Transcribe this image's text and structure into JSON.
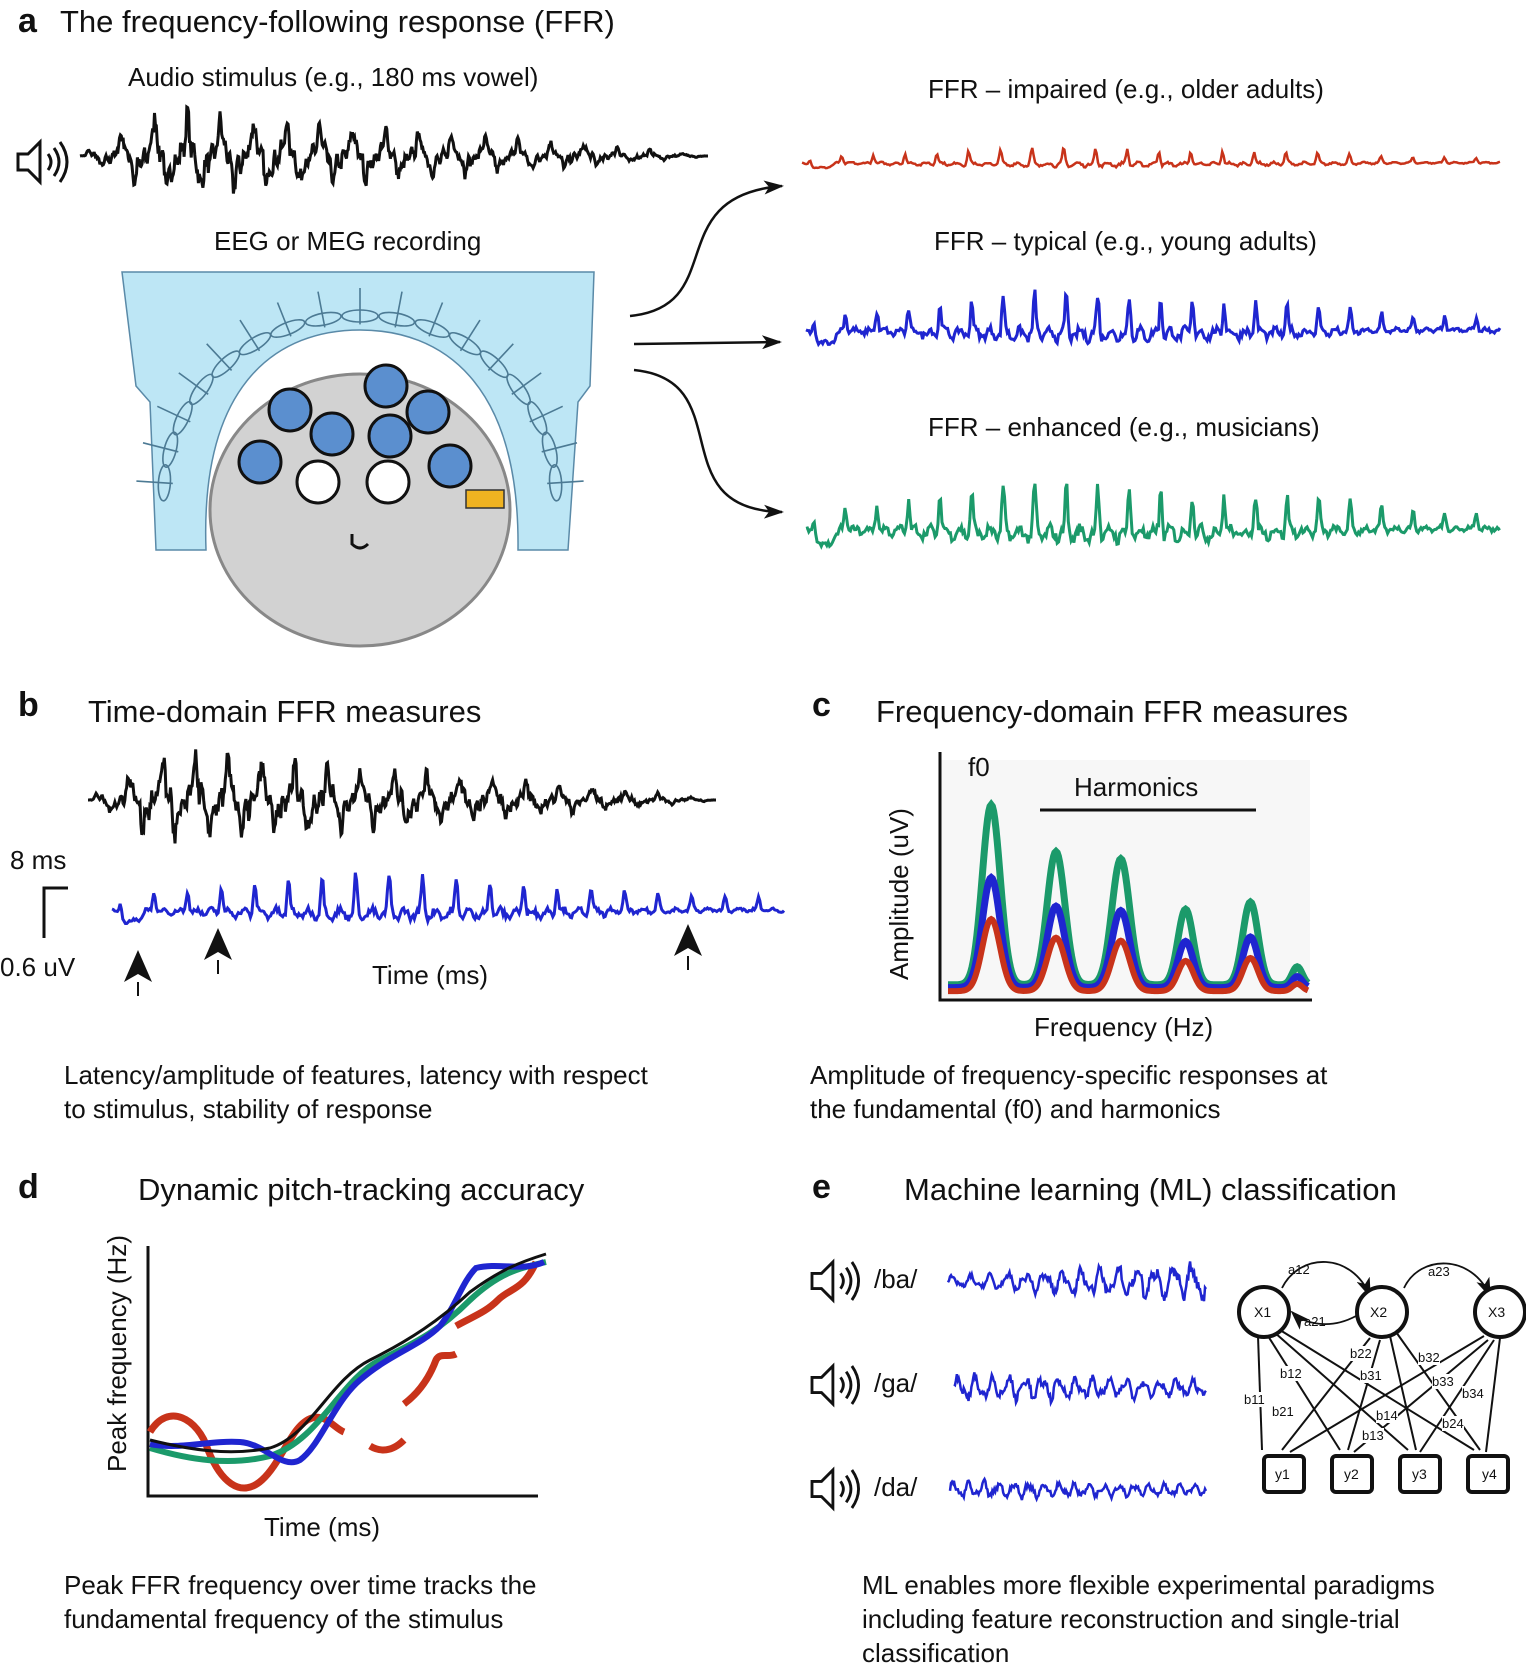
{
  "panel_a": {
    "letter": "a",
    "title": "The frequency-following response (FFR)",
    "stimulus_label": "Audio stimulus (e.g., 180 ms vowel)",
    "recording_label": "EEG or MEG recording",
    "ffr_impaired": "FFR – impaired (e.g., older adults)",
    "ffr_typical": "FFR – typical (e.g., young adults)",
    "ffr_enhanced": "FFR – enhanced (e.g., musicians)"
  },
  "panel_b": {
    "letter": "b",
    "title": "Time-domain FFR measures",
    "scale_time": "8 ms",
    "scale_amp": "0.6 uV",
    "xlabel": "Time (ms)",
    "caption": "Latency/amplitude of features, latency with respect to stimulus, stability of response"
  },
  "panel_c": {
    "letter": "c",
    "title": "Frequency-domain FFR measures",
    "f0_label": "f0",
    "harmonics_label": "Harmonics",
    "ylabel": "Amplitude (uV)",
    "xlabel": "Frequency (Hz)",
    "caption": "Amplitude of frequency-specific responses at the fundamental (f0) and harmonics"
  },
  "panel_d": {
    "letter": "d",
    "title": "Dynamic pitch-tracking accuracy",
    "ylabel": "Peak frequency (Hz)",
    "xlabel": "Time (ms)",
    "caption": "Peak FFR frequency over time tracks the fundamental frequency of the stimulus"
  },
  "panel_e": {
    "letter": "e",
    "title": "Machine learning (ML) classification",
    "syllables": [
      "/ba/",
      "/ga/",
      "/da/"
    ],
    "nodes_x": [
      "X1",
      "X2",
      "X3"
    ],
    "nodes_y": [
      "y1",
      "y2",
      "y3",
      "y4"
    ],
    "edge_labels": [
      "a12",
      "a21",
      "a23",
      "b11",
      "b12",
      "b21",
      "b22",
      "b31",
      "b32",
      "b33",
      "b34",
      "b14",
      "b13",
      "b24"
    ],
    "caption": "ML enables more flexible experimental paradigms including feature reconstruction and single-trial classification"
  },
  "colors": {
    "stimulus": "#111111",
    "impaired": "#c8331a",
    "typical": "#1f25d0",
    "enhanced": "#1b9a6a",
    "head": "#d2d2d2",
    "shield": "#bde6f5",
    "electrode": "#5b8fcf",
    "reference": "#f0b321"
  }
}
